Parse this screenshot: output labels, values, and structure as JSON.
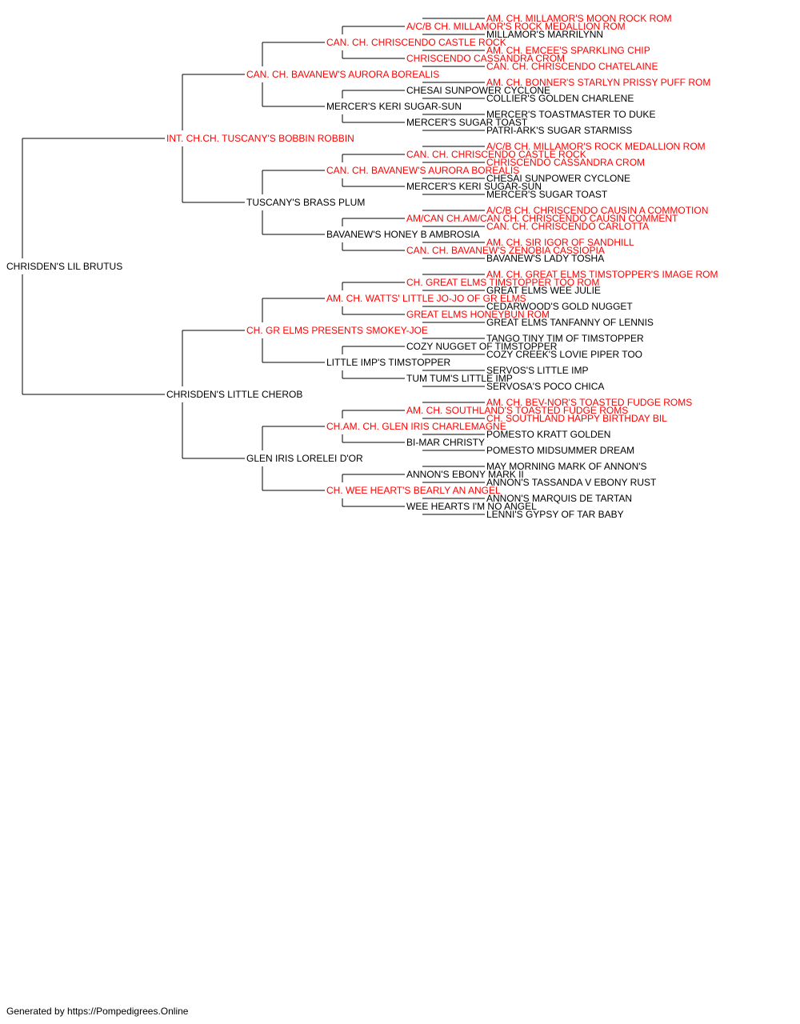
{
  "colors": {
    "champion": "#ff0000",
    "normal": "#000000",
    "line": "#000000"
  },
  "footer": "Generated by https://Pompedigrees.Online",
  "pedigree": {
    "name": "CHRISDEN'S LIL BRUTUS",
    "champion": false,
    "parents": [
      {
        "name": "INT. CH.CH. TUSCANY'S BOBBIN ROBBIN",
        "champion": true,
        "parents": [
          {
            "name": "CAN. CH. BAVANEW'S AURORA BOREALIS",
            "champion": true,
            "parents": [
              {
                "name": "CAN. CH. CHRISCENDO CASTLE ROCK",
                "champion": true,
                "parents": [
                  {
                    "name": "A/C/B CH. MILLAMOR'S ROCK MEDALLION ROM",
                    "champion": true,
                    "parents": [
                      {
                        "name": "AM. CH. MILLAMOR'S MOON ROCK ROM",
                        "champion": true
                      },
                      {
                        "name": "MILLAMOR'S MARRILYNN",
                        "champion": false
                      }
                    ]
                  },
                  {
                    "name": "CHRISCENDO CASSANDRA CROM",
                    "champion": true,
                    "parents": [
                      {
                        "name": "AM. CH. EMCEE'S SPARKLING CHIP",
                        "champion": true
                      },
                      {
                        "name": "CAN. CH. CHRISCENDO CHATELAINE",
                        "champion": true
                      }
                    ]
                  }
                ]
              },
              {
                "name": "MERCER'S KERI SUGAR-SUN",
                "champion": false,
                "parents": [
                  {
                    "name": "CHESAI SUNPOWER CYCLONE",
                    "champion": false,
                    "parents": [
                      {
                        "name": "AM. CH. BONNER'S STARLYN PRISSY PUFF ROM",
                        "champion": true
                      },
                      {
                        "name": "COLLIER'S GOLDEN CHARLENE",
                        "champion": false
                      }
                    ]
                  },
                  {
                    "name": "MERCER'S SUGAR TOAST",
                    "champion": false,
                    "parents": [
                      {
                        "name": "MERCER'S TOASTMASTER TO DUKE",
                        "champion": false
                      },
                      {
                        "name": "PATRI-ARK'S SUGAR STARMISS",
                        "champion": false
                      }
                    ]
                  }
                ]
              }
            ]
          },
          {
            "name": "TUSCANY'S BRASS PLUM",
            "champion": false,
            "parents": [
              {
                "name": "CAN. CH. BAVANEW'S AURORA BOREALIS",
                "champion": true,
                "parents": [
                  {
                    "name": "CAN. CH. CHRISCENDO CASTLE ROCK",
                    "champion": true,
                    "parents": [
                      {
                        "name": "A/C/B CH. MILLAMOR'S ROCK MEDALLION ROM",
                        "champion": true
                      },
                      {
                        "name": "CHRISCENDO CASSANDRA CROM",
                        "champion": true
                      }
                    ]
                  },
                  {
                    "name": "MERCER'S KERI SUGAR-SUN",
                    "champion": false,
                    "parents": [
                      {
                        "name": "CHESAI SUNPOWER CYCLONE",
                        "champion": false
                      },
                      {
                        "name": "MERCER'S SUGAR TOAST",
                        "champion": false
                      }
                    ]
                  }
                ]
              },
              {
                "name": "BAVANEW'S HONEY B AMBROSIA",
                "champion": false,
                "parents": [
                  {
                    "name": "AM/CAN CH.AM/CAN CH. CHRISCENDO CAUSIN COMMENT",
                    "champion": true,
                    "parents": [
                      {
                        "name": "A/C/B CH. CHRISCENDO CAUSIN A COMMOTION",
                        "champion": true
                      },
                      {
                        "name": "CAN. CH. CHRISCENDO CARLOTTA",
                        "champion": true
                      }
                    ]
                  },
                  {
                    "name": "CAN. CH. BAVANEW'S ZENOBIA CASSIOPIA",
                    "champion": true,
                    "parents": [
                      {
                        "name": "AM. CH. SIR IGOR OF SANDHILL",
                        "champion": true
                      },
                      {
                        "name": "BAVANEW'S LADY TOSHA",
                        "champion": false
                      }
                    ]
                  }
                ]
              }
            ]
          }
        ]
      },
      {
        "name": "CHRISDEN'S LITTLE CHEROB",
        "champion": false,
        "parents": [
          {
            "name": "CH. GR ELMS PRESENTS SMOKEY-JOE",
            "champion": true,
            "parents": [
              {
                "name": "AM. CH. WATTS' LITTLE JO-JO OF GR ELMS",
                "champion": true,
                "parents": [
                  {
                    "name": "CH. GREAT ELMS TIMSTOPPER TOO ROM",
                    "champion": true,
                    "parents": [
                      {
                        "name": "AM. CH. GREAT ELMS TIMSTOPPER'S IMAGE ROM",
                        "champion": true
                      },
                      {
                        "name": "GREAT ELMS WEE JULIE",
                        "champion": false
                      }
                    ]
                  },
                  {
                    "name": "GREAT ELMS HONEYBUN ROM",
                    "champion": true,
                    "parents": [
                      {
                        "name": "CEDARWOOD'S GOLD NUGGET",
                        "champion": false
                      },
                      {
                        "name": "GREAT ELMS TANFANNY OF LENNIS",
                        "champion": false
                      }
                    ]
                  }
                ]
              },
              {
                "name": "LITTLE IMP'S TIMSTOPPER",
                "champion": false,
                "parents": [
                  {
                    "name": "COZY NUGGET OF TIMSTOPPER",
                    "champion": false,
                    "parents": [
                      {
                        "name": "TANGO TINY TIM OF TIMSTOPPER",
                        "champion": false
                      },
                      {
                        "name": "COZY CREEK'S LOVIE PIPER TOO",
                        "champion": false
                      }
                    ]
                  },
                  {
                    "name": "TUM TUM'S LITTLE IMP",
                    "champion": false,
                    "parents": [
                      {
                        "name": "SERVOS'S LITTLE IMP",
                        "champion": false
                      },
                      {
                        "name": "SERVOSA'S POCO CHICA",
                        "champion": false
                      }
                    ]
                  }
                ]
              }
            ]
          },
          {
            "name": "GLEN IRIS LORELEI D'OR",
            "champion": false,
            "parents": [
              {
                "name": "CH.AM. CH. GLEN IRIS CHARLEMAGNE",
                "champion": true,
                "parents": [
                  {
                    "name": "AM. CH. SOUTHLAND'S TOASTED FUDGE ROMS",
                    "champion": true,
                    "parents": [
                      {
                        "name": "AM. CH. BEV-NOR'S TOASTED FUDGE ROMS",
                        "champion": true
                      },
                      {
                        "name": "CH. SOUTHLAND HAPPY BIRTHDAY BIL",
                        "champion": true
                      }
                    ]
                  },
                  {
                    "name": "BI-MAR CHRISTY",
                    "champion": false,
                    "parents": [
                      {
                        "name": "POMESTO KRATT GOLDEN",
                        "champion": false
                      },
                      {
                        "name": "POMESTO MIDSUMMER DREAM",
                        "champion": false
                      }
                    ]
                  }
                ]
              },
              {
                "name": "CH. WEE HEART'S BEARLY AN ANGEL",
                "champion": true,
                "parents": [
                  {
                    "name": "ANNON'S EBONY MARK II",
                    "champion": false,
                    "parents": [
                      {
                        "name": "MAY MORNING MARK OF ANNON'S",
                        "champion": false
                      },
                      {
                        "name": "ANNON'S TASSANDA V EBONY RUST",
                        "champion": false
                      }
                    ]
                  },
                  {
                    "name": "WEE HEARTS I'M NO ANGEL",
                    "champion": false,
                    "parents": [
                      {
                        "name": "ANNON'S MARQUIS DE TARTAN",
                        "champion": false
                      },
                      {
                        "name": "LENNI'S GYPSY OF TAR BABY",
                        "champion": false
                      }
                    ]
                  }
                ]
              }
            ]
          }
        ]
      }
    ]
  }
}
